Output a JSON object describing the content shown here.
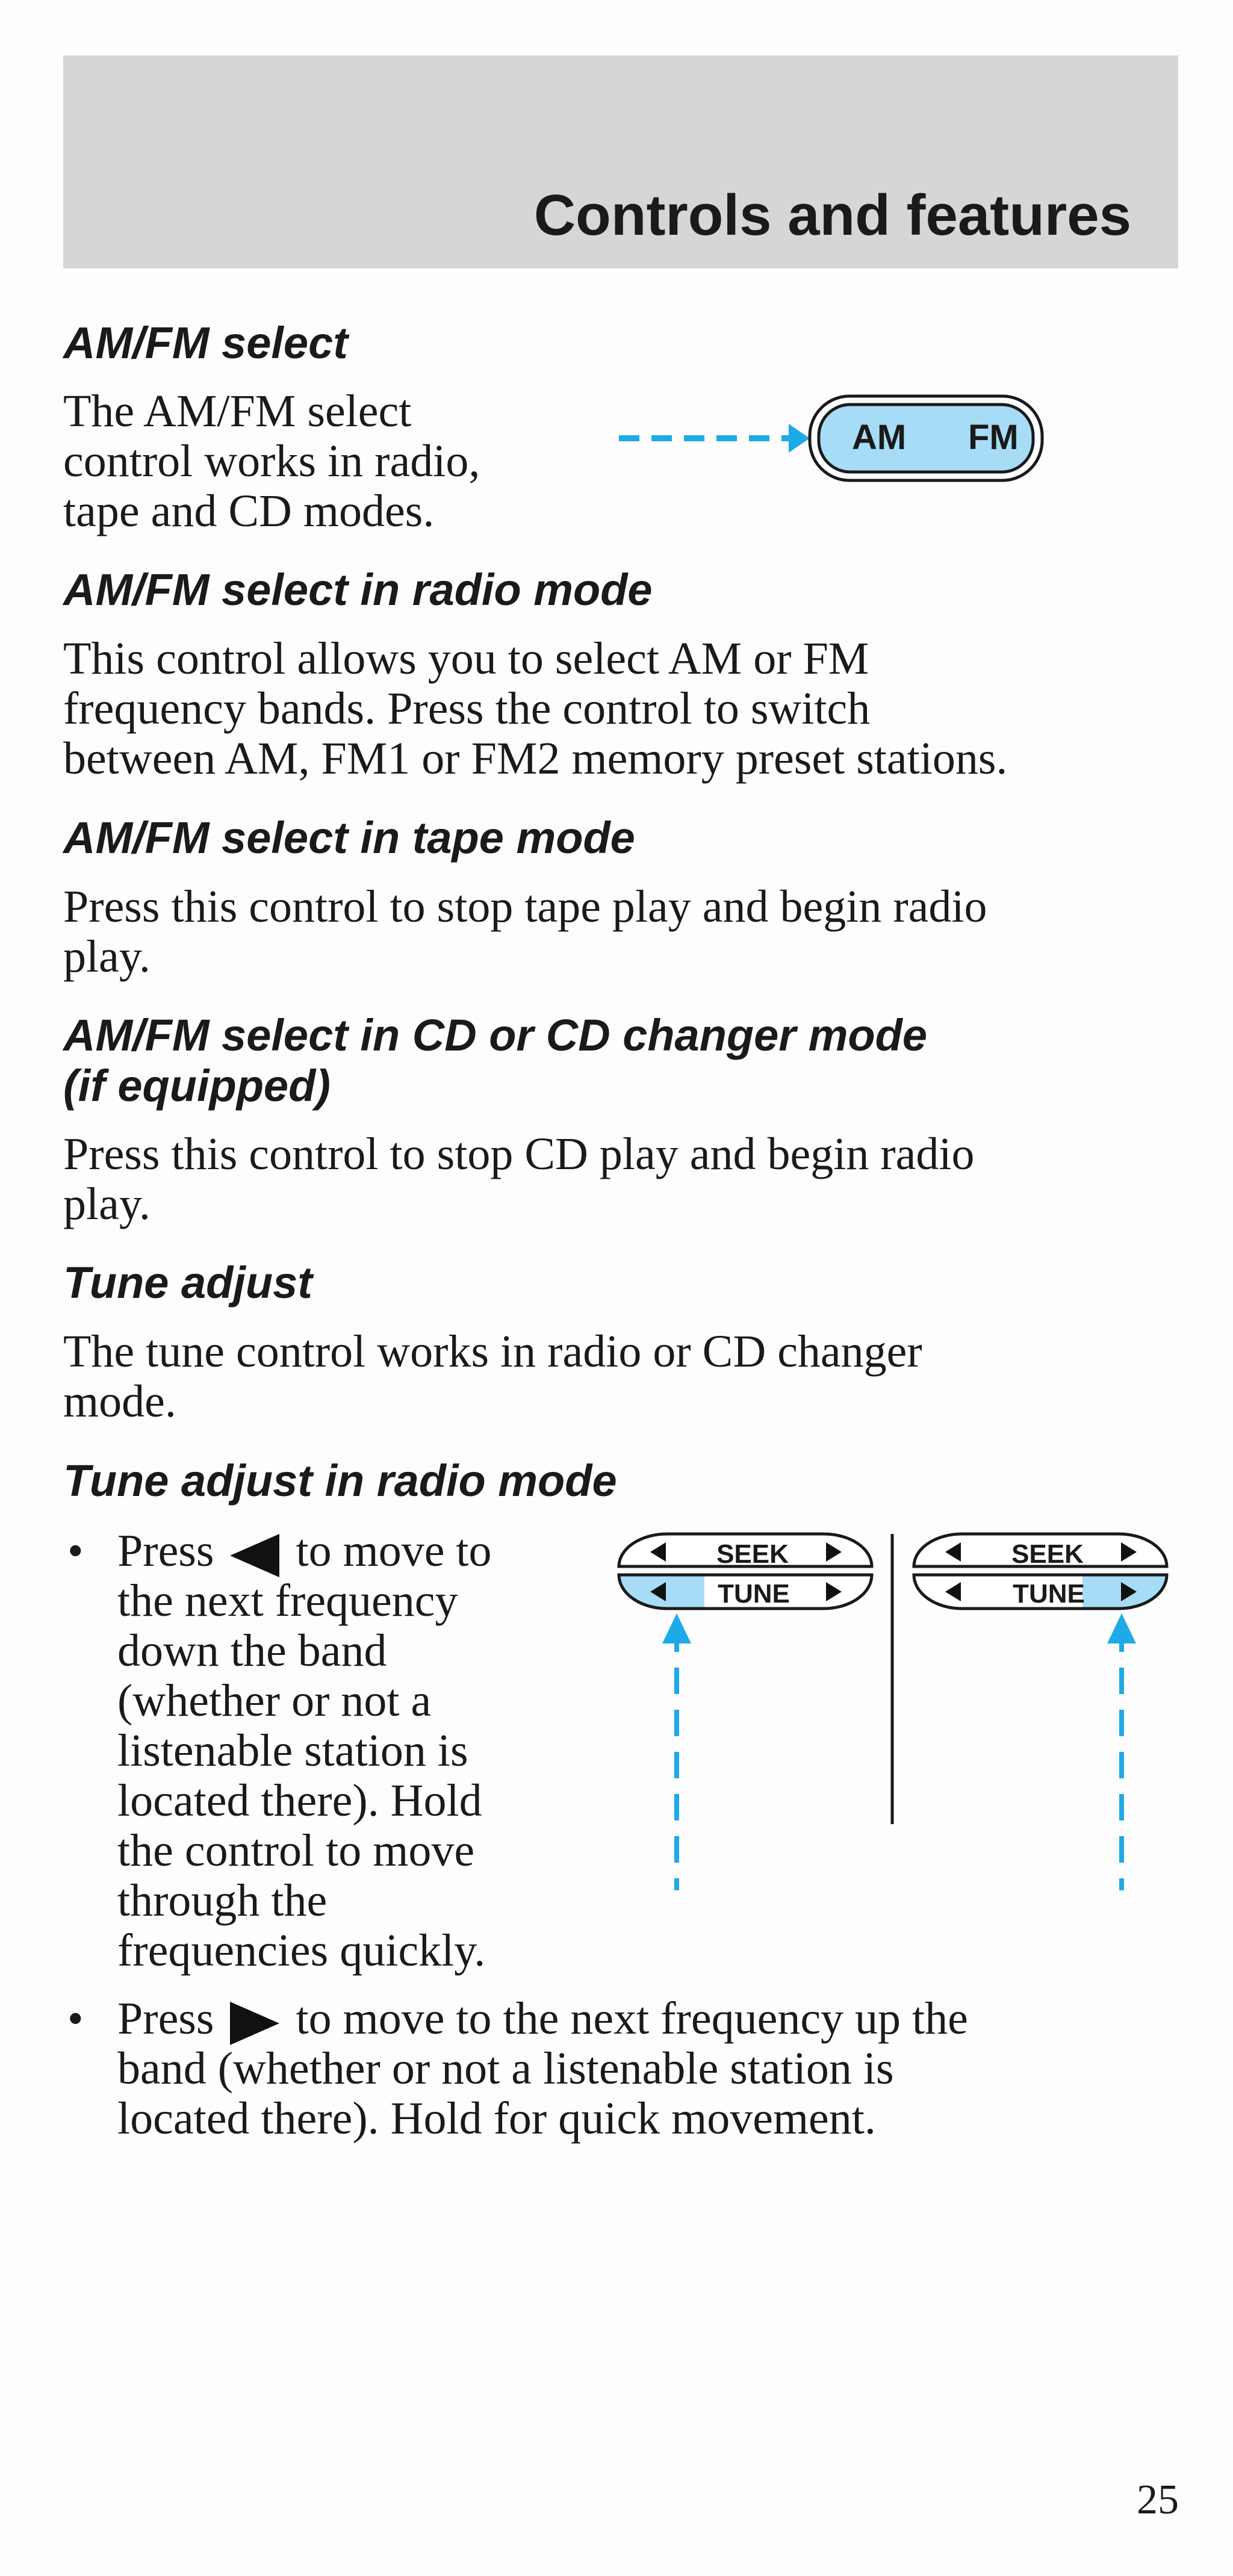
{
  "header": {
    "title": "Controls and features"
  },
  "amfm": {
    "heading": "AM/FM select",
    "body": [
      "The AM/FM select",
      "control works in radio,",
      "tape and CD modes."
    ],
    "button": {
      "left_label": "AM",
      "right_label": "FM"
    }
  },
  "radio_mode": {
    "heading": "AM/FM select in radio mode",
    "body": [
      "This control allows you to select AM or FM",
      "frequency bands. Press the control to switch",
      "between AM, FM1 or FM2 memory preset stations."
    ]
  },
  "tape_mode": {
    "heading": "AM/FM select in tape mode",
    "body": [
      "Press this control to stop tape play and begin radio",
      "play."
    ]
  },
  "cd_mode": {
    "heading": [
      "AM/FM select in CD or CD changer mode",
      "(if equipped)"
    ],
    "body": [
      "Press this control to stop CD play and begin radio",
      "play."
    ]
  },
  "tune": {
    "heading": "Tune adjust",
    "body": [
      "The tune control works in radio or CD changer",
      "mode."
    ]
  },
  "tune_radio": {
    "heading": "Tune adjust in radio mode",
    "bullet_symbol": "•",
    "bullet1": {
      "press": "Press",
      "after": "to move to",
      "lines": [
        "the next frequency",
        "down the band",
        "(whether or not a",
        "listenable station is",
        "located there). Hold",
        "the control to move",
        "through the",
        "frequencies quickly."
      ]
    },
    "bullet2": {
      "press": "Press",
      "after": "to move to the next frequency up the",
      "lines": [
        "band (whether or not a listenable station is",
        "located there). Hold for quick movement."
      ]
    },
    "diagram": {
      "seek_label": "SEEK",
      "tune_label": "TUNE"
    }
  },
  "colors": {
    "header_bg": "#d6d6d6",
    "highlight_blue": "#a6dcf6",
    "arrow_blue": "#1eaae6"
  },
  "page_number": "25"
}
